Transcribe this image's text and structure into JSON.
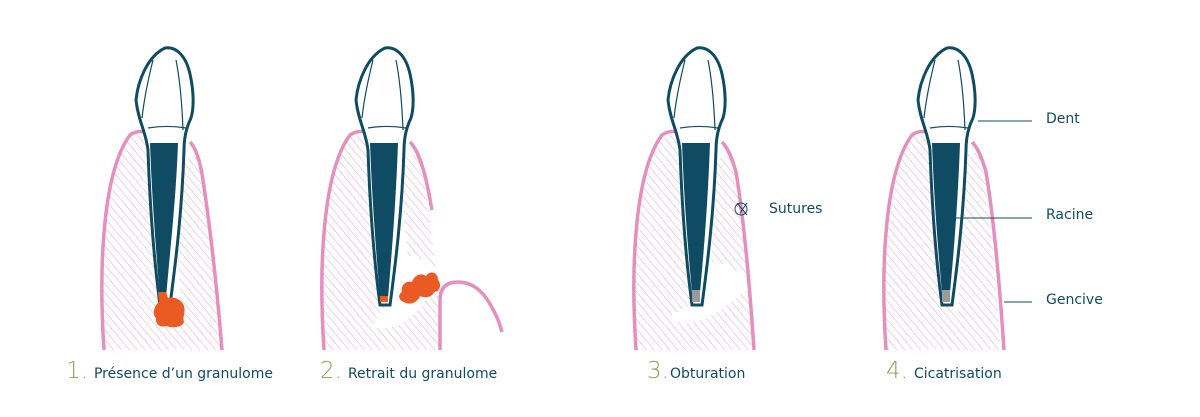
{
  "colors": {
    "tooth_outline": "#0f4c63",
    "root_canal": "#0f4c63",
    "gum": "#e48fbe",
    "gum_hatch": "#e6a3c7",
    "granuloma": "#ea5b24",
    "step_number": "#9a9a5a",
    "filling_tip": "#9a9a9a"
  },
  "steps": [
    {
      "number": "1.",
      "label": "Présence d’un granulome"
    },
    {
      "number": "2.",
      "label": "Retrait du granulome"
    },
    {
      "number": "3.",
      "label": "Obturation"
    },
    {
      "number": "4.",
      "label": "Cicatrisation"
    }
  ],
  "annotations": {
    "sutures": "Sutures",
    "dent": "Dent",
    "racine": "Racine",
    "gencive": "Gencive"
  }
}
